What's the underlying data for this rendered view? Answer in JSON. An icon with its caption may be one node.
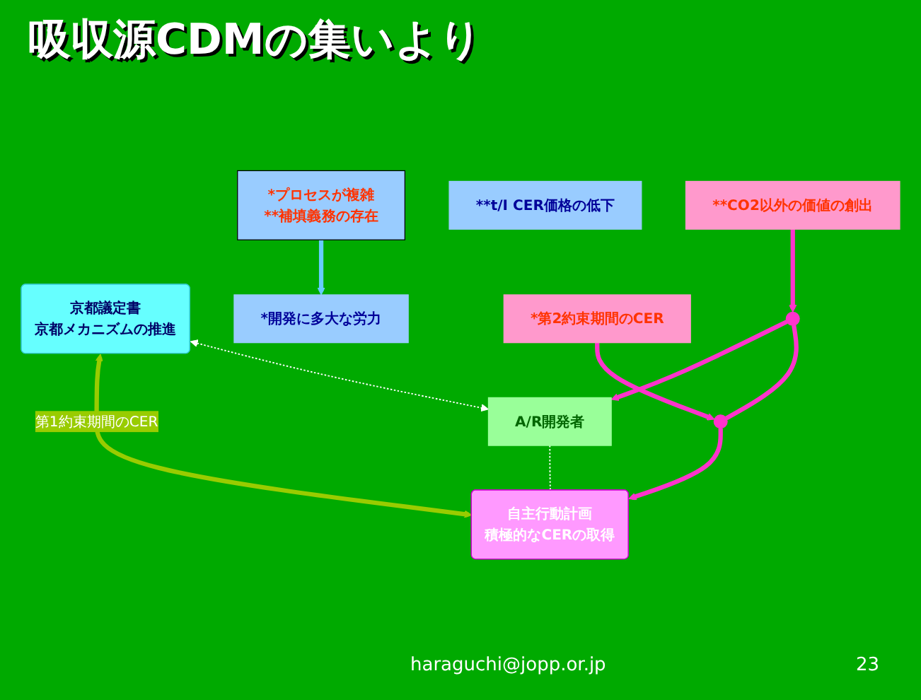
{
  "diagram": {
    "title": "吸収源CDMの集いより",
    "nodes": [
      {
        "text": [
          "京都議定書",
          "京都メカニズムの推進"
        ]
      },
      {
        "text": [
          "自主行動計画",
          "積極的なCERの取得"
        ]
      },
      {
        "text": [
          "*プロセスが複雑",
          "**補填義務の存在"
        ]
      },
      {
        "text": [
          "*開発に多大な労力"
        ]
      },
      {
        "text": [
          "**t/I CER価格の低下"
        ]
      },
      {
        "text": [
          "A/R開発者"
        ]
      },
      {
        "text": [
          "*第2約束期間のCER"
        ]
      },
      {
        "text": [
          "**CO2以外の価値の創出"
        ]
      },
      {
        "text": [],
        "shape": "circle"
      },
      {
        "text": [],
        "shape": "circle"
      }
    ],
    "edges": [
      {
        "from": 0,
        "to": 1,
        "arrow": "both",
        "label": "第1約束期間のCER",
        "color": "#99cc00"
      },
      {
        "from": 2,
        "to": 3,
        "arrow": "to",
        "color": "#66ccff"
      },
      {
        "from": 9,
        "to": 5,
        "arrow": "to"
      },
      {
        "from": 9,
        "to": 8,
        "arrow": "none"
      },
      {
        "from": 8,
        "to": 1,
        "arrow": "to"
      },
      {
        "from": 6,
        "to": 8,
        "arrow": "to"
      },
      {
        "from": 7,
        "to": 9,
        "arrow": "to"
      },
      {
        "from": 0,
        "to": 5,
        "arrow": "both",
        "style": "dashed",
        "color": "#ffffff"
      },
      {
        "from": 5,
        "to": 1,
        "arrow": "none",
        "style": "dashed",
        "color": "#ffffff"
      }
    ],
    "labels": [
      "haraguchi@jopp.or.jp",
      "23"
    ]
  }
}
